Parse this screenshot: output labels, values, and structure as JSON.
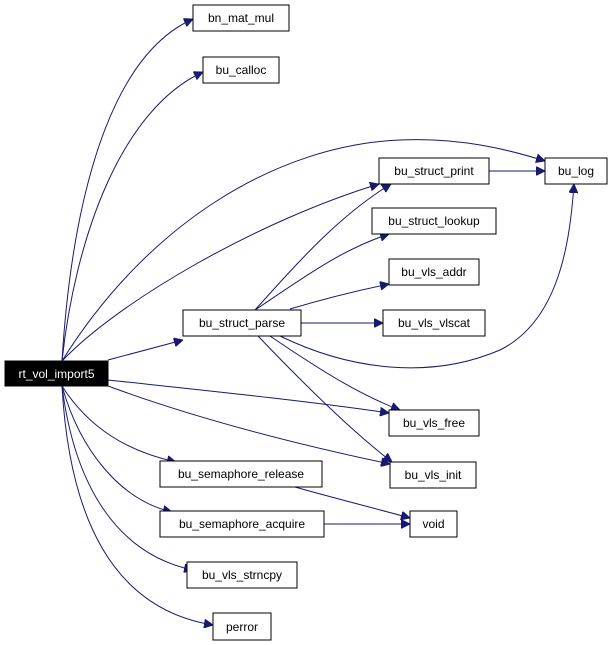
{
  "graph": {
    "root": "rt_vol_import5",
    "colors": {
      "edge": "#191970",
      "node_border": "#000000",
      "root_fill": "#000000",
      "root_text": "#ffffff",
      "node_fill": "#ffffff"
    },
    "nodes": {
      "rt_vol_import5": "rt_vol_import5",
      "bn_mat_mul": "bn_mat_mul",
      "bu_calloc": "bu_calloc",
      "bu_struct_print": "bu_struct_print",
      "bu_log": "bu_log",
      "bu_struct_lookup": "bu_struct_lookup",
      "bu_vls_addr": "bu_vls_addr",
      "bu_struct_parse": "bu_struct_parse",
      "bu_vls_vlscat": "bu_vls_vlscat",
      "bu_vls_free": "bu_vls_free",
      "bu_semaphore_release": "bu_semaphore_release",
      "bu_vls_init": "bu_vls_init",
      "bu_semaphore_acquire": "bu_semaphore_acquire",
      "void": "void",
      "bu_vls_strncpy": "bu_vls_strncpy",
      "perror": "perror"
    },
    "edges": [
      [
        "rt_vol_import5",
        "bn_mat_mul"
      ],
      [
        "rt_vol_import5",
        "bu_calloc"
      ],
      [
        "rt_vol_import5",
        "bu_log"
      ],
      [
        "rt_vol_import5",
        "bu_struct_print"
      ],
      [
        "rt_vol_import5",
        "bu_struct_parse"
      ],
      [
        "rt_vol_import5",
        "bu_vls_free"
      ],
      [
        "rt_vol_import5",
        "bu_vls_init"
      ],
      [
        "rt_vol_import5",
        "bu_semaphore_release"
      ],
      [
        "rt_vol_import5",
        "bu_semaphore_acquire"
      ],
      [
        "rt_vol_import5",
        "bu_vls_strncpy"
      ],
      [
        "rt_vol_import5",
        "perror"
      ],
      [
        "bu_struct_print",
        "bu_log"
      ],
      [
        "bu_struct_parse",
        "bu_struct_print"
      ],
      [
        "bu_struct_parse",
        "bu_struct_lookup"
      ],
      [
        "bu_struct_parse",
        "bu_vls_addr"
      ],
      [
        "bu_struct_parse",
        "bu_vls_vlscat"
      ],
      [
        "bu_struct_parse",
        "bu_log"
      ],
      [
        "bu_struct_parse",
        "bu_vls_free"
      ],
      [
        "bu_struct_parse",
        "bu_vls_init"
      ],
      [
        "bu_semaphore_release",
        "void"
      ],
      [
        "bu_semaphore_acquire",
        "void"
      ]
    ]
  }
}
